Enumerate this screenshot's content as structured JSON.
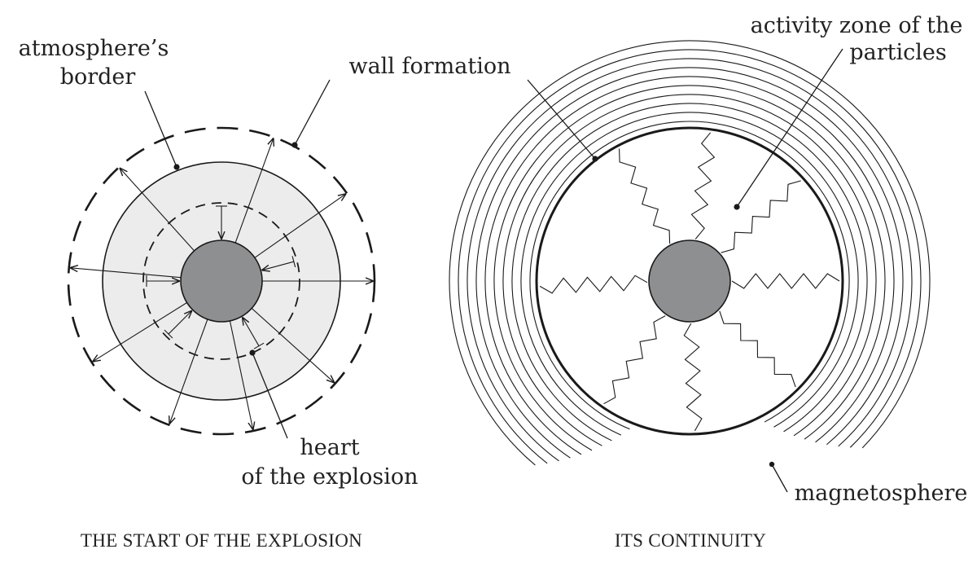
{
  "left_diagram": {
    "labels": {
      "atmosphere_border_1": "atmosphere’s",
      "atmosphere_border_2": "border",
      "wall_formation": "wall formation",
      "heart_1": "heart",
      "heart_2": "of the explosion"
    },
    "caption": "THE START OF THE EXPLOSION"
  },
  "right_diagram": {
    "labels": {
      "activity_zone_1": "activity zone of the",
      "activity_zone_2": "particles",
      "magnetosphere": "magnetosphere"
    },
    "caption": "ITS CONTINUITY"
  },
  "colors": {
    "core": "#8e8f91",
    "shaded_zone": "#ececec",
    "ink": "#1a1a1a"
  }
}
